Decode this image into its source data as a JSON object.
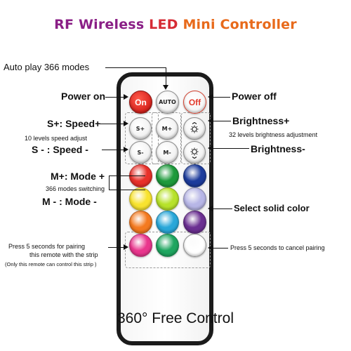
{
  "title": {
    "part1": "RF Wireless",
    "part2": "LED",
    "part3": "Mini Controller"
  },
  "remote": {
    "buttons": {
      "on": "On",
      "auto": "AUTO",
      "off": "Off",
      "speed_up": "S+",
      "speed_down": "S-",
      "mode_up": "M+",
      "mode_down": "M-"
    },
    "color_buttons": [
      [
        "#e8302a",
        "#1e9a3c",
        "#1d3c9c"
      ],
      [
        "#f8e32f",
        "#b7e22a",
        "#b7b6e6"
      ],
      [
        "#f47a20",
        "#29a7d9",
        "#6b2f91"
      ],
      [
        "#e9368d",
        "#1fa660",
        "#ffffff"
      ]
    ]
  },
  "labels": {
    "auto_play": "Auto play 366 modes",
    "power_on": "Power on",
    "power_off": "Power off",
    "speed_up": "S+: Speed+",
    "speed_adjust": "10 levels speed adjust",
    "speed_down": "S - :  Speed -",
    "brightness_up": "Brightness+",
    "brightness_adjust": "32 levels brightness adjustment",
    "brightness_down": "Brightness-",
    "mode_up": "M+: Mode +",
    "mode_switch": "366  modes switching",
    "mode_down": "M - : Mode -",
    "solid_color": "Select solid color",
    "pairing_1": "Press 5 seconds for pairing",
    "pairing_2": "this remote with the strip",
    "pairing_3": "(Only this remote can control this strip )",
    "cancel_pairing": "Press 5 seconds to cancel pairing"
  },
  "footer": "360° Free Control"
}
